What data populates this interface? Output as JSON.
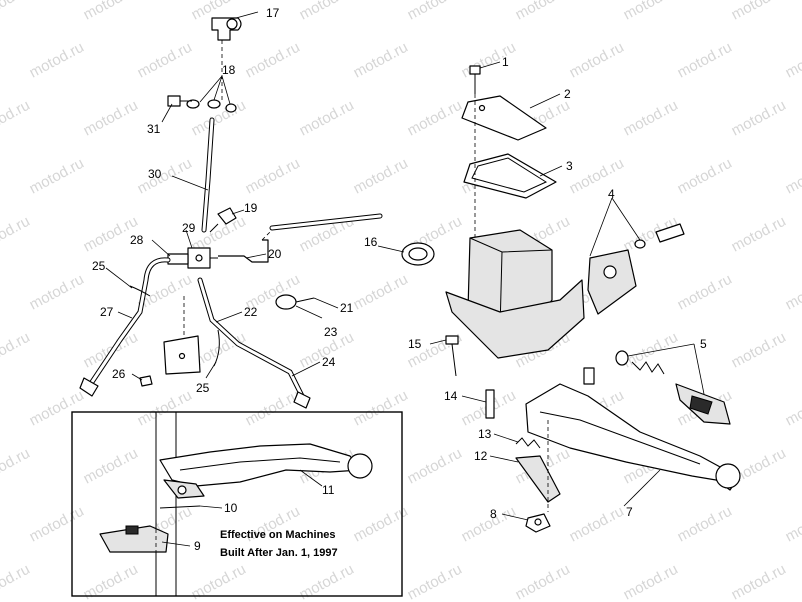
{
  "watermark": "motod.ru",
  "inset_note": {
    "line1": "Effective on Machines",
    "line2": "Built After Jan. 1, 1997"
  },
  "callouts": [
    "1",
    "2",
    "3",
    "4",
    "5",
    "7",
    "8",
    "9",
    "10",
    "11",
    "12",
    "13",
    "14",
    "15",
    "16",
    "17",
    "18",
    "19",
    "20",
    "21",
    "22",
    "23",
    "24",
    "25",
    "25",
    "26",
    "27",
    "28",
    "29",
    "30",
    "31"
  ]
}
